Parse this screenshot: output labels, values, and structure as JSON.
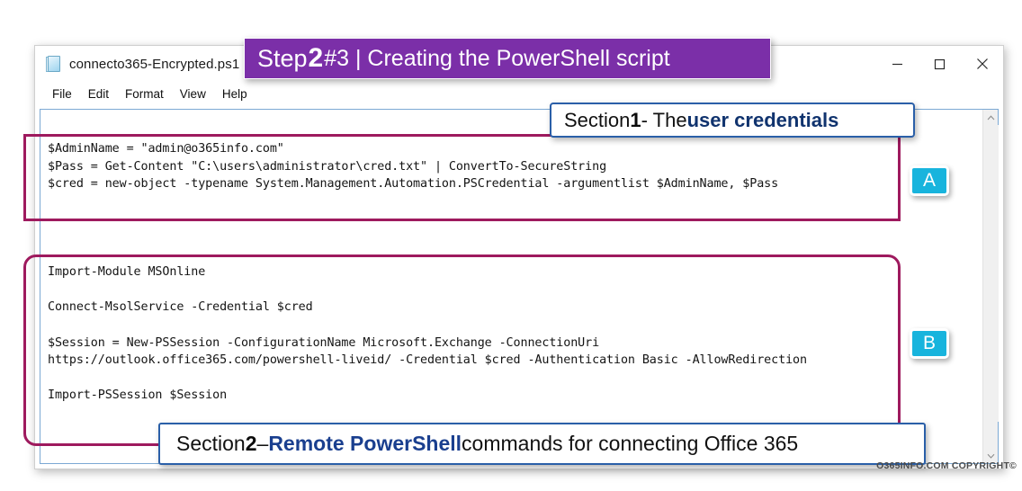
{
  "window": {
    "title": "connecto365-Encrypted.ps1 - Notepad",
    "icon": "notepad-icon",
    "controls": [
      {
        "name": "minimize",
        "glyph": "minimize-icon"
      },
      {
        "name": "maximize",
        "glyph": "maximize-icon"
      },
      {
        "name": "close",
        "glyph": "close-icon"
      }
    ],
    "menu": [
      "File",
      "Edit",
      "Format",
      "View",
      "Help"
    ]
  },
  "editor": {
    "code": "$AdminName = \"admin@o365info.com\"\n$Pass = Get-Content \"C:\\users\\administrator\\cred.txt\" | ConvertTo-SecureString\n$cred = new-object -typename System.Management.Automation.PSCredential -argumentlist $AdminName, $Pass\n\n\n\n\nImport-Module MSOnline\n\nConnect-MsolService -Credential $cred\n\n$Session = New-PSSession -ConfigurationName Microsoft.Exchange -ConnectionUri\nhttps://outlook.office365.com/powershell-liveid/ -Credential $cred -Authentication Basic -AllowRedirection\n\nImport-PSSession $Session",
    "scrollbar": {
      "up_arrow": "chevron-up-icon",
      "down_arrow": "chevron-down-icon"
    }
  },
  "banner": {
    "prefix": "Step ",
    "step_number": "2",
    "suffix": "#3 | Creating the PowerShell script",
    "color": "#7b2fa8"
  },
  "annotations": {
    "badges": [
      {
        "letter": "A",
        "color": "#18b4dd"
      },
      {
        "letter": "B",
        "color": "#18b4dd"
      }
    ],
    "box_color": "#9e1a5e",
    "callout_border": "#2a5fa8",
    "section1": {
      "lead": "Section ",
      "number": "1",
      "middle": " - The ",
      "emphasis": "user credentials"
    },
    "section2": {
      "lead": "Section ",
      "number": "2",
      "dash": " – ",
      "emphasis": "Remote PowerShell",
      "tail": " commands  for connecting Office 365"
    }
  },
  "watermark": "O365INFO.COM COPYRIGHT©"
}
